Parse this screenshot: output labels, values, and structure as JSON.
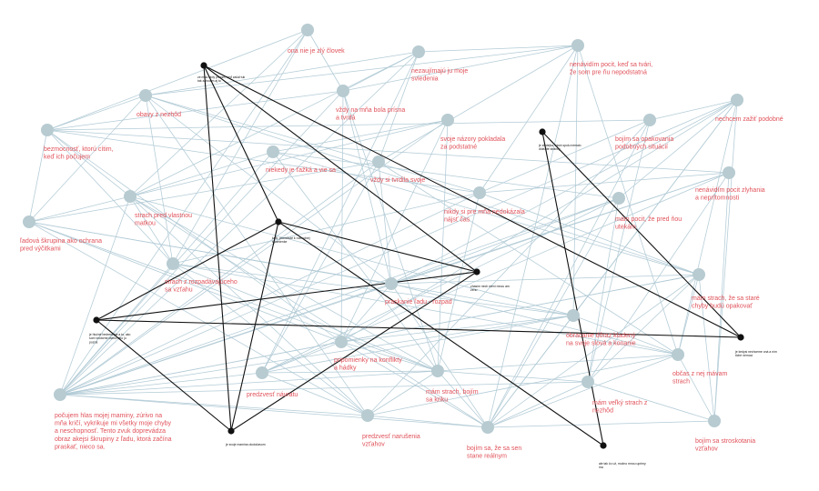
{
  "colors": {
    "background": "#ffffff",
    "blue_node": "#b7cbd1",
    "blue_edge": "#b2cbd6",
    "black": "#111111",
    "red_text": "#e0525a"
  },
  "blue_nodes": [
    {
      "id": "b1",
      "lines": [
        "ona nie je zlý človek"
      ]
    },
    {
      "id": "b2",
      "lines": [
        "nenávidím pocit, keď sa tvári,",
        "že som pre ňu nepodstatná"
      ]
    },
    {
      "id": "b3",
      "lines": [
        "nezaujímajú ju moje",
        "sviedenia"
      ]
    },
    {
      "id": "b4",
      "lines": [
        "vždy na mňa bola prísna",
        "a tvrdá"
      ]
    },
    {
      "id": "b5",
      "lines": [
        "obavy z nezhôd"
      ]
    },
    {
      "id": "b6",
      "lines": [
        "nechcem zažiť podobné"
      ]
    },
    {
      "id": "b7",
      "lines": [
        "bojím sa opakovania",
        "podobných situácií"
      ]
    },
    {
      "id": "b8",
      "lines": [
        "svoje názory pokladala",
        "za podstatné"
      ]
    },
    {
      "id": "b9",
      "lines": [
        "bezmocnosť, ktorú cítim,",
        "keď ich počujem"
      ]
    },
    {
      "id": "b10",
      "lines": [
        "niekedy je ťažká a vie sa"
      ]
    },
    {
      "id": "b11",
      "lines": [
        "vždy si tvrdila svoje"
      ]
    },
    {
      "id": "b12",
      "lines": [
        "nenávidím pocit zlyhania",
        "a neprítomnosti"
      ]
    },
    {
      "id": "b13",
      "lines": [
        "strach pred vlastnou",
        "matkou"
      ]
    },
    {
      "id": "b14",
      "lines": [
        "nikdy si pre mňa nedokázala",
        "nájsť čas"
      ]
    },
    {
      "id": "b15",
      "lines": [
        "mám pocit, že pred ňou",
        "utekám"
      ]
    },
    {
      "id": "b16",
      "lines": [
        "ľadová škrupina ako ochrana",
        "pred výčitkami"
      ]
    },
    {
      "id": "b17",
      "lines": [
        "strach z rozpadávajúceho",
        "sa vzťahu"
      ]
    },
    {
      "id": "b18",
      "lines": [
        "praskanie ľadu - rozpad"
      ]
    },
    {
      "id": "b19",
      "lines": [
        "mám strach, že sa staré",
        "chyby budú opakovať"
      ]
    },
    {
      "id": "b20",
      "lines": [
        "obracanie dôraz kladený",
        "na svoje slová a konanie"
      ]
    },
    {
      "id": "b21",
      "lines": [
        "pripomienky na konflikty",
        "a hádky"
      ]
    },
    {
      "id": "b22",
      "lines": [
        "občas z nej mávam",
        "strach"
      ]
    },
    {
      "id": "b23",
      "lines": [
        "predzvesť návratu"
      ]
    },
    {
      "id": "b24",
      "lines": [
        "mám strach, bojím",
        "sa kriku"
      ]
    },
    {
      "id": "b25",
      "lines": [
        "mám veľký strach z",
        "nezhôd"
      ]
    },
    {
      "id": "b26",
      "lines": [
        "počujem hlas mojej maminy, zúrivo na",
        "mňa kričí, vykrikuje mi všetky moje chyby",
        "a neschopnosť. Tento zvuk doprevádza",
        "obraz akejsi škrupiny z ľadu, ktorá začína",
        "praskať, nieco sa."
      ]
    },
    {
      "id": "b27",
      "lines": [
        "predzvesť narušenia",
        "vzťahov"
      ]
    },
    {
      "id": "b28",
      "lines": [
        "bojím sa, že sa sen",
        "stane reálnym"
      ]
    },
    {
      "id": "b29",
      "lines": [
        "bojím sa stroskotania",
        "vzťahov"
      ]
    }
  ],
  "black_nodes": [
    {
      "id": "k1",
      "lines": [
        "ze mňa vždy pri tom, keď začal tuk",
        "tak zahodím aj to"
      ]
    },
    {
      "id": "k2",
      "lines": [
        "je zlodejka, ktorá spolu nemalo",
        "dôležité stránky"
      ]
    },
    {
      "id": "k3",
      "lines": [
        "kričí, prominulé k rozhodnej",
        "spomienke"
      ]
    },
    {
      "id": "k4",
      "lines": [
        "zhasím nech mení mnou am",
        "ženu"
      ]
    },
    {
      "id": "k5",
      "lines": [
        "je hlučné bedrenenie a to, ako",
        "som vnútorne ostrov ako ju",
        "pozná"
      ]
    },
    {
      "id": "k6",
      "lines": [
        "je kedysi nechceme oná a ním",
        "tiché nemocí"
      ]
    },
    {
      "id": "k7",
      "lines": [
        "je svoje mamina okoločasom"
      ]
    },
    {
      "id": "k8",
      "lines": [
        "ale tak čo už, možno mnou uprimy",
        "ma"
      ]
    }
  ]
}
